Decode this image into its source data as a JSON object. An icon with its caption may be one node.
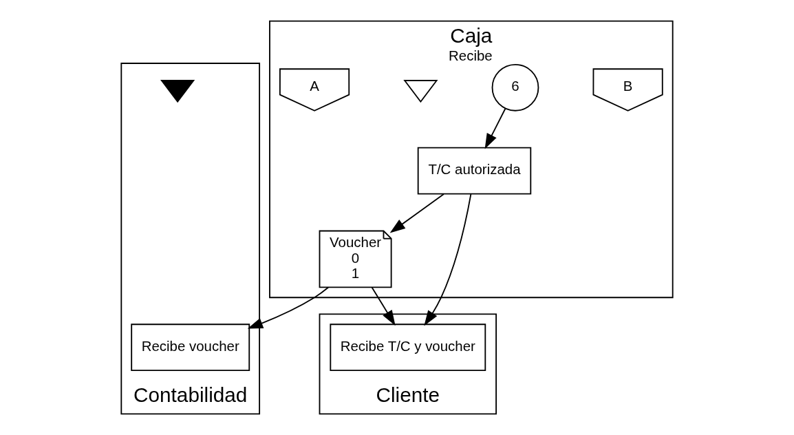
{
  "diagram": {
    "nodes": [
      {
        "text": [
          "Contabilidad"
        ]
      },
      {
        "text": [
          "Caja"
        ]
      },
      {
        "text": [
          "Cliente"
        ]
      },
      {
        "text": [
          "B"
        ],
        "in": 1
      },
      {
        "text": [
          "6"
        ],
        "in": 1,
        "beside": [
          "Recibe"
        ]
      },
      {
        "text": [
          "T/C autorizada"
        ],
        "in": 1
      },
      {
        "text": [
          "Voucher",
          "0",
          "1"
        ],
        "in": 1
      },
      {
        "text": [],
        "shape": "triangle",
        "in": 1
      },
      {
        "text": [
          "A"
        ],
        "in": 1
      },
      {
        "text": [
          "Recibe T/C y voucher"
        ],
        "in": 2
      },
      {
        "text": [
          "Recibe voucher"
        ],
        "in": 0
      },
      {
        "text": [],
        "shape": "triangle",
        "in": 0
      }
    ],
    "edges": [
      {
        "from": 4,
        "to": 5,
        "arrow": "to"
      },
      {
        "from": 5,
        "to": 6,
        "arrow": "to"
      },
      {
        "from": 5,
        "to": 9,
        "arrow": "to"
      },
      {
        "from": 6,
        "to": 9,
        "arrow": "to"
      },
      {
        "from": 6,
        "to": 10,
        "arrow": "to"
      }
    ]
  }
}
